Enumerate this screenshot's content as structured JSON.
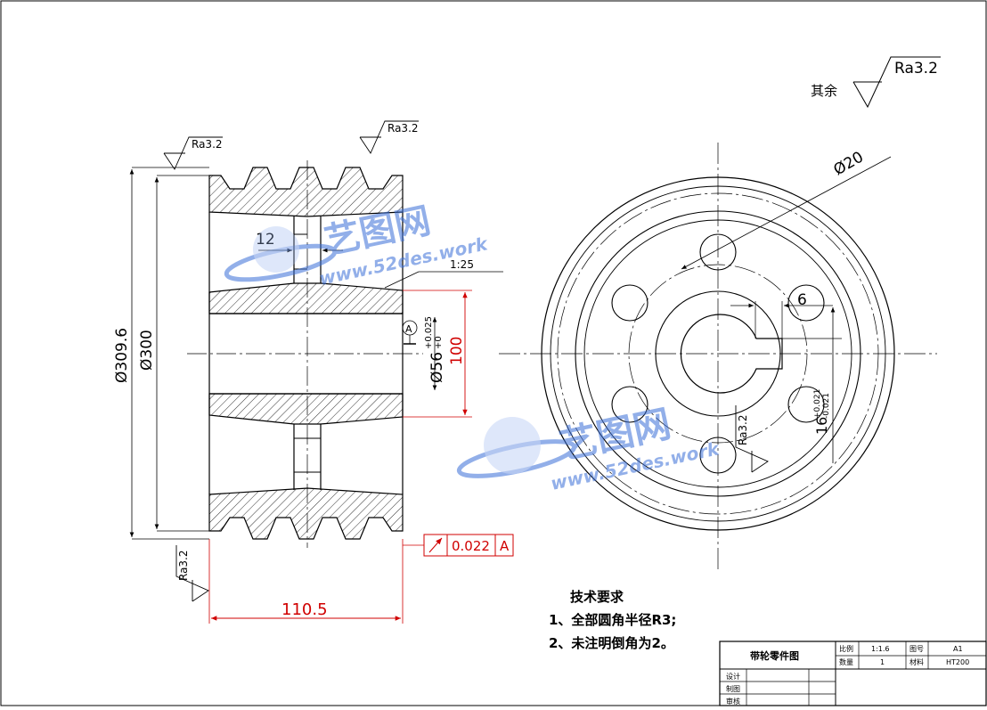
{
  "roughness": {
    "remaining_label": "其余",
    "remaining_value": "Ra3.2",
    "top_left": "Ra3.2",
    "top_right": "Ra3.2",
    "bottom_left": "Ra3.2",
    "bore": "Ra3.2"
  },
  "dimensions": {
    "outer_diameter": "Ø309.6",
    "pitch_diameter": "Ø300",
    "groove_width": "12",
    "taper": "1:25",
    "bore_diameter": "Ø56",
    "bore_tol_upper": "+0.025",
    "bore_tol_lower": "+0",
    "hub_length": "100",
    "total_width": "110.5",
    "hole_diameter": "Ø20",
    "keyway_width": "6",
    "keyway_depth": "16",
    "keyway_tol_upper": "+0.021",
    "keyway_tol_lower": "-0.021",
    "datum": "A"
  },
  "tolerance_frame": {
    "value": "0.022",
    "datum": "A"
  },
  "watermark": {
    "brand": "艺图网",
    "url": "www.52des.work"
  },
  "tech_requirements": {
    "title": "技术要求",
    "items": [
      "1、全部圆角半径R3;",
      "2、未注明倒角为2。"
    ]
  },
  "title_block": {
    "drawing_title": "带轮零件图",
    "scale_label": "比例",
    "scale_value": "1:1.6",
    "quantity_label": "数量",
    "quantity_value": "1",
    "drawing_no_label": "图号",
    "drawing_no_value": "A1",
    "material_label": "材料",
    "material_value": "HT200",
    "designer_label": "设计",
    "drafter_label": "制图",
    "reviewer_label": "审核"
  },
  "colors": {
    "line": "#000000",
    "dimension_red": "#d00000",
    "watermark": "#3a6fd8"
  }
}
